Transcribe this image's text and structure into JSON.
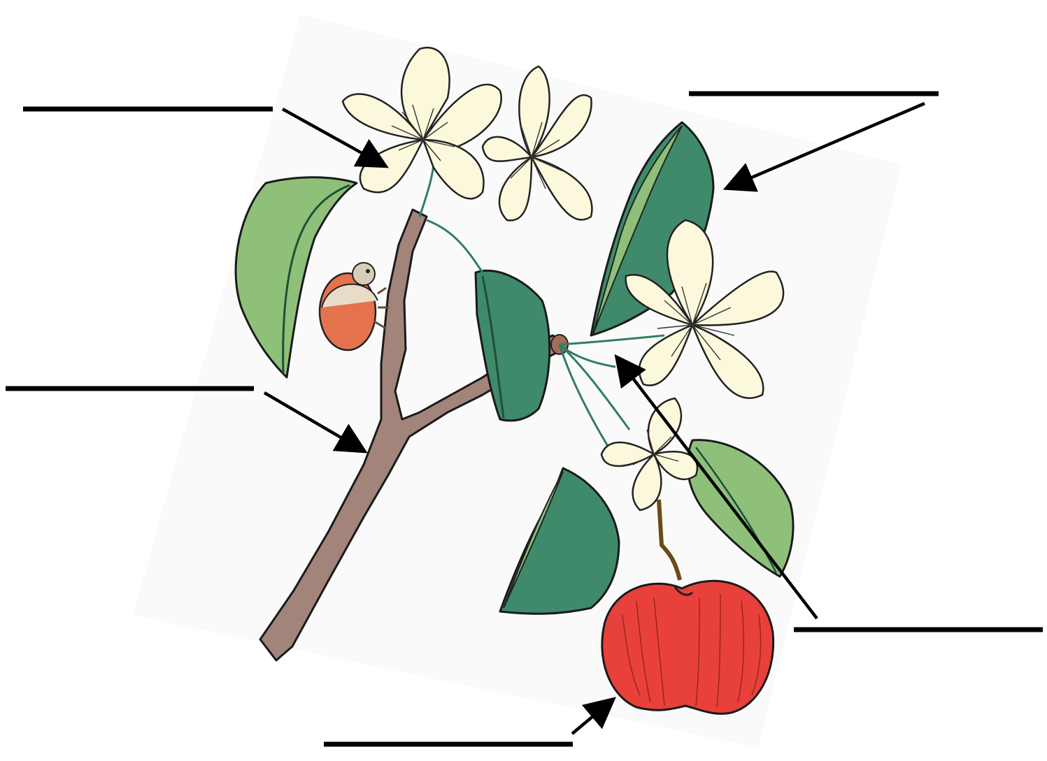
{
  "diagram": {
    "label_blanks": [
      {
        "id": "flower",
        "text": ""
      },
      {
        "id": "leaf",
        "text": ""
      },
      {
        "id": "stem",
        "text": ""
      },
      {
        "id": "flower-stalk",
        "text": ""
      },
      {
        "id": "fruit",
        "text": ""
      }
    ],
    "parts": [
      "flower",
      "leaf",
      "stem",
      "flower-stalk",
      "fruit",
      "beetle"
    ],
    "colors": {
      "petal": "#fbf8dc",
      "leaf_light": "#8fc07a",
      "leaf_dark": "#3f8a6a",
      "stem": "#a3847a",
      "apple": "#e8403a",
      "beetle": "#e4734d",
      "background_panel": "#fafafa"
    }
  }
}
